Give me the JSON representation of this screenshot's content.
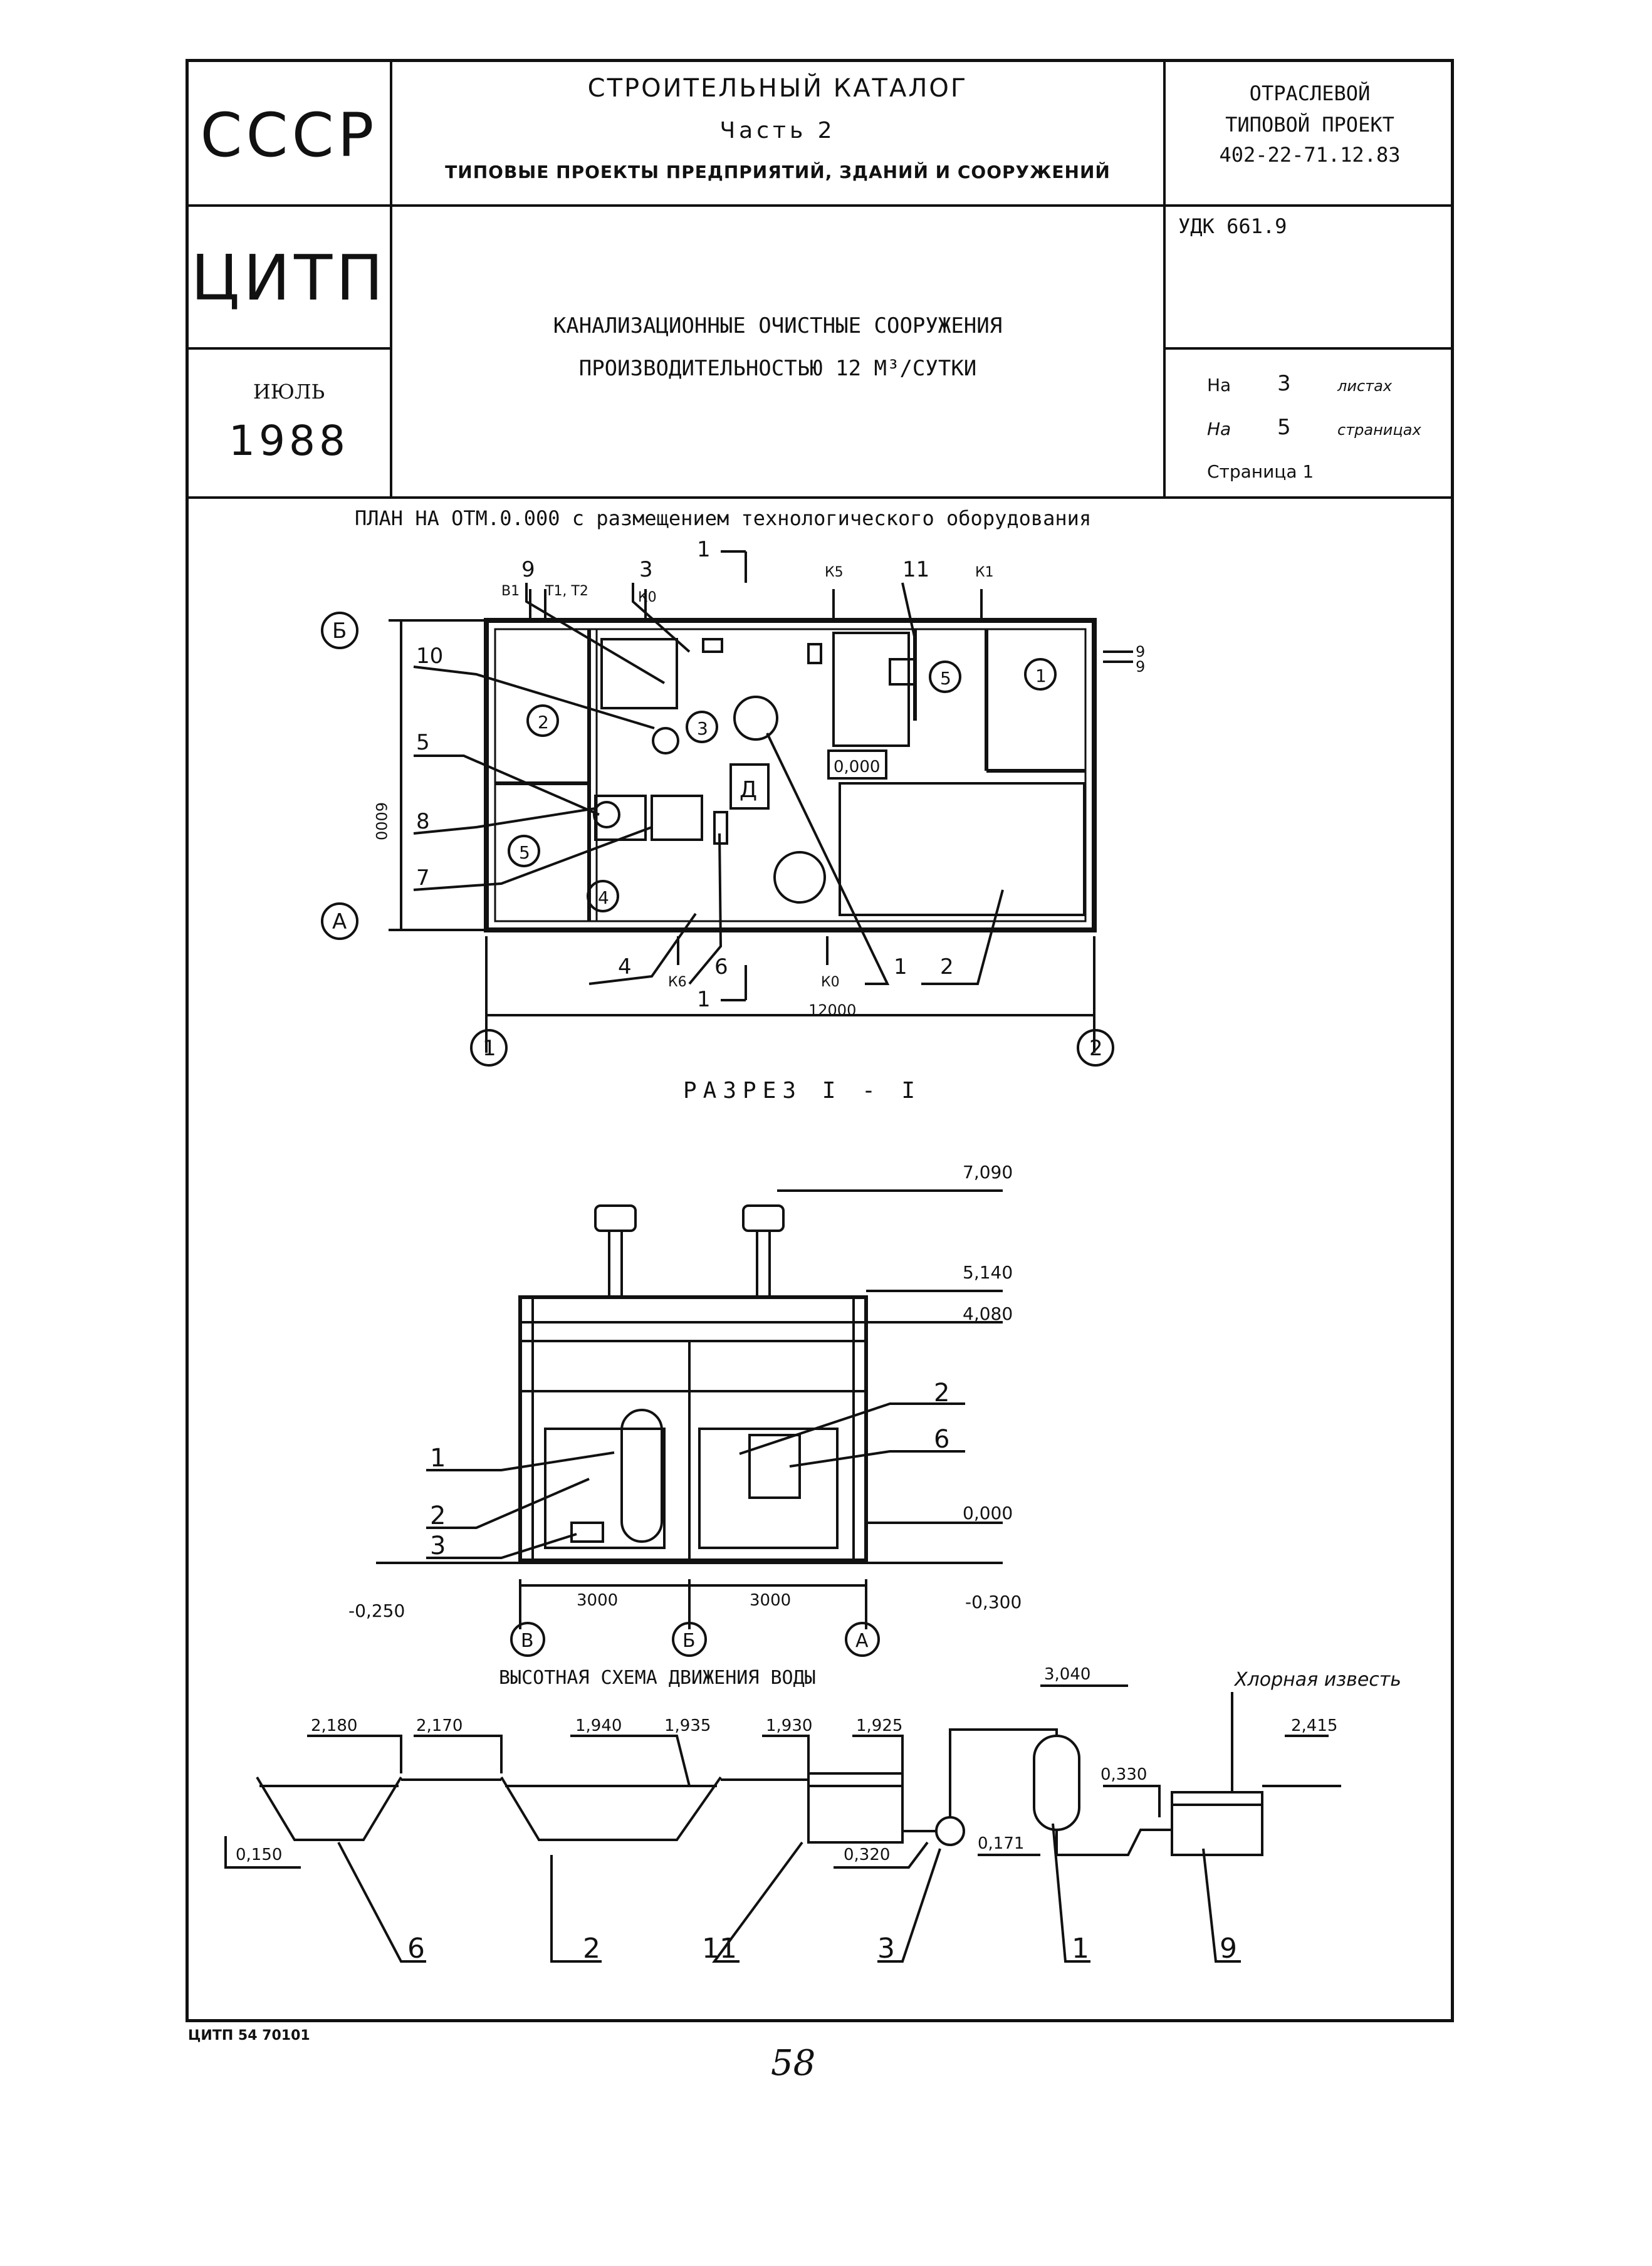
{
  "header": {
    "country": "СССР",
    "org": "ЦИТП",
    "issue_label": "ИЮЛЬ",
    "year": "1988",
    "catalog_title": "СТРОИТЕЛЬНЫЙ КАТАЛОГ",
    "part": "Часть 2",
    "catalog_subtitle": "ТИПОВЫЕ ПРОЕКТЫ ПРЕДПРИЯТИЙ, ЗДАНИЙ И СООРУЖЕНИЙ",
    "project_type_1": "ОТРАСЛЕВОЙ",
    "project_type_2": "ТИПОВОЙ ПРОЕКТ",
    "project_number": "402-22-71.12.83",
    "udk": "УДК 661.9",
    "project_name_1": "КАНАЛИЗАЦИОННЫЕ ОЧИСТНЫЕ СООРУЖЕНИЯ",
    "project_name_2": "ПРОИЗВОДИТЕЛЬНОСТЬЮ 12 М³/СУТКИ",
    "sheets_prefix": "На",
    "sheets_count": "3",
    "sheets_word": "листах",
    "pages_prefix": "На",
    "pages_count": "5",
    "pages_word": "страницах",
    "page_label": "Страница 1"
  },
  "plan": {
    "title": "ПЛАН НА ОТМ.0.000 с размещением технологического оборудования",
    "dim_width": "12000",
    "dim_depth": "6000",
    "level": "0,000",
    "axis_b": "Б",
    "axis_a": "А",
    "axis_1": "1",
    "axis_2": "2",
    "room_d": "Д",
    "rooms": [
      "1",
      "2",
      "3",
      "4",
      "5",
      "5"
    ],
    "callouts": [
      "9",
      "3",
      "11",
      "10",
      "5",
      "8",
      "7",
      "4",
      "6",
      "1",
      "2"
    ],
    "section_mark": "1",
    "pipes": [
      "В1",
      "Т1, Т2",
      "К0",
      "К5",
      "К1",
      "К6",
      "К0",
      "9",
      "9"
    ]
  },
  "section": {
    "title": "РАЗРЕЗ  I - I",
    "levels": [
      "7,090",
      "5,140",
      "4,080",
      "0,000",
      "-0,250",
      "-0,300"
    ],
    "dims": [
      "3000",
      "3000"
    ],
    "axes": [
      "В",
      "Б",
      "А"
    ],
    "callouts": [
      "1",
      "2",
      "3",
      "2",
      "6"
    ]
  },
  "scheme": {
    "title": "ВЫСОТНАЯ СХЕМА ДВИЖЕНИЯ ВОДЫ",
    "chlorine": "Хлорная известь",
    "levels": [
      "2,180",
      "2,170",
      "1,940",
      "1,935",
      "1,930",
      "1,925",
      "3,040",
      "2,415",
      "0,330",
      "0,150",
      "0,320",
      "0,171"
    ],
    "callouts": [
      "6",
      "2",
      "11",
      "3",
      "1",
      "9"
    ]
  },
  "footer": {
    "code": "ЦИТП 54 70101",
    "page_number": "58"
  }
}
